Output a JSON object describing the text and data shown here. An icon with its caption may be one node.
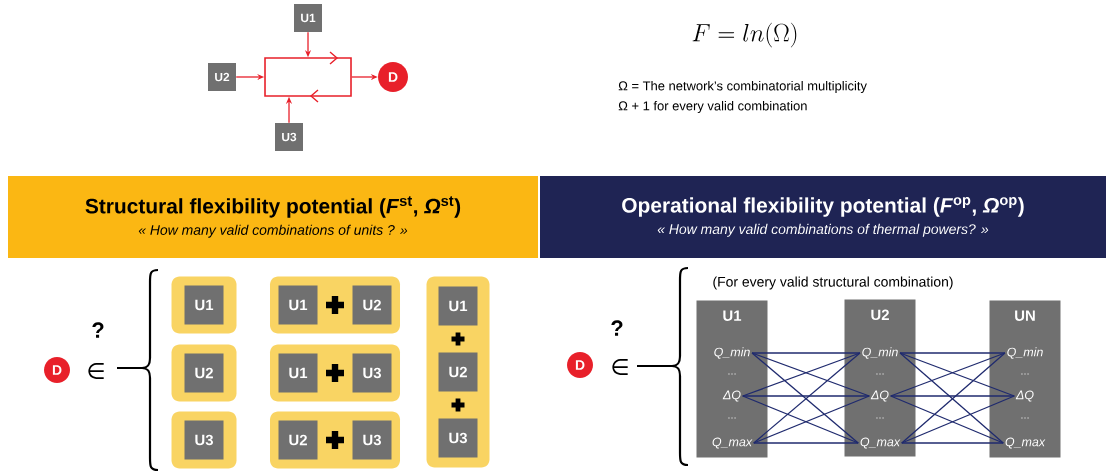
{
  "diagram": {
    "nodes": [
      {
        "text": [
          "U1"
        ]
      },
      {
        "text": [
          "U2"
        ]
      },
      {
        "text": [
          "U3"
        ]
      },
      {
        "text": [],
        "shape": "box"
      },
      {
        "text": [
          "D"
        ]
      },
      {
        "text": [
          "Structural flexibility potential (*F*$^{st}$, *Ω*$^{st}$)",
          "« How many valid combinations of units ? »"
        ]
      },
      {
        "text": [
          "Operational flexibility potential (*F*$^{op}$, *Ω*$^{op}$)",
          "« How many valid combinations of thermal powers? »"
        ]
      },
      {
        "text": [
          "D"
        ]
      },
      {
        "text": [],
        "shape": "box"
      },
      {
        "text": [
          "U1"
        ],
        "in": 8
      },
      {
        "text": [],
        "shape": "box"
      },
      {
        "text": [
          "U2"
        ],
        "in": 10
      },
      {
        "text": [],
        "shape": "box"
      },
      {
        "text": [
          "U3"
        ],
        "in": 12
      },
      {
        "text": [],
        "shape": "box"
      },
      {
        "text": [
          "U1"
        ],
        "in": 14
      },
      {
        "text": [
          "U2"
        ],
        "in": 14
      },
      {
        "text": [],
        "shape": "box"
      },
      {
        "text": [
          "U1"
        ],
        "in": 17
      },
      {
        "text": [
          "U3"
        ],
        "in": 17
      },
      {
        "text": [],
        "shape": "box"
      },
      {
        "text": [
          "U2"
        ],
        "in": 20
      },
      {
        "text": [
          "U3"
        ],
        "in": 20
      },
      {
        "text": [],
        "shape": "box"
      },
      {
        "text": [
          "U1"
        ],
        "in": 23
      },
      {
        "text": [
          "U2"
        ],
        "in": 23
      },
      {
        "text": [
          "U3"
        ],
        "in": 23
      },
      {
        "text": [
          "D"
        ]
      },
      {
        "text": [
          "U1"
        ]
      },
      {
        "text": [
          "Q_min"
        ],
        "in": 28
      },
      {
        "text": [
          "ΔQ"
        ],
        "in": 28
      },
      {
        "text": [
          "Q_max"
        ],
        "in": 28
      },
      {
        "text": [
          "U2"
        ]
      },
      {
        "text": [
          "Q_min"
        ],
        "in": 32
      },
      {
        "text": [
          "ΔQ"
        ],
        "in": 32
      },
      {
        "text": [
          "Q_max"
        ],
        "in": 32
      },
      {
        "text": [
          "UN"
        ]
      },
      {
        "text": [
          "Q_min"
        ],
        "in": 36
      },
      {
        "text": [
          "ΔQ"
        ],
        "in": 36
      },
      {
        "text": [
          "Q_max"
        ],
        "in": 36
      }
    ],
    "edges": [
      {
        "from": 0,
        "to": 3,
        "arrow": "to",
        "color": "#e8202a"
      },
      {
        "from": 1,
        "to": 3,
        "arrow": "to",
        "color": "#e8202a"
      },
      {
        "from": 2,
        "to": 3,
        "arrow": "to",
        "color": "#e8202a"
      },
      {
        "from": 3,
        "to": 4,
        "arrow": "to",
        "color": "#e8202a"
      },
      {
        "from": 29,
        "to": 33,
        "arrow": "none"
      },
      {
        "from": 29,
        "to": 34,
        "arrow": "none"
      },
      {
        "from": 29,
        "to": 35,
        "arrow": "none"
      },
      {
        "from": 30,
        "to": 33,
        "arrow": "none"
      },
      {
        "from": 30,
        "to": 34,
        "arrow": "none"
      },
      {
        "from": 30,
        "to": 35,
        "arrow": "none"
      },
      {
        "from": 31,
        "to": 33,
        "arrow": "none"
      },
      {
        "from": 31,
        "to": 34,
        "arrow": "none"
      },
      {
        "from": 31,
        "to": 35,
        "arrow": "none"
      },
      {
        "from": 33,
        "to": 37,
        "arrow": "none"
      },
      {
        "from": 33,
        "to": 38,
        "arrow": "none"
      },
      {
        "from": 33,
        "to": 39,
        "arrow": "none"
      },
      {
        "from": 34,
        "to": 37,
        "arrow": "none"
      },
      {
        "from": 34,
        "to": 38,
        "arrow": "none"
      },
      {
        "from": 34,
        "to": 39,
        "arrow": "none"
      },
      {
        "from": 35,
        "to": 37,
        "arrow": "none"
      },
      {
        "from": 35,
        "to": 38,
        "arrow": "none"
      },
      {
        "from": 35,
        "to": 39,
        "arrow": "none"
      }
    ],
    "labels": [
      "F = ln(\\Omega)",
      "Ω = The network’s combinatorial multiplicity",
      "Ω + 1 for every valid combination",
      "?",
      "∈",
      "?",
      "∈",
      "(For every valid structural combination)",
      "...",
      "...",
      "...",
      "...",
      "...",
      "..."
    ]
  }
}
